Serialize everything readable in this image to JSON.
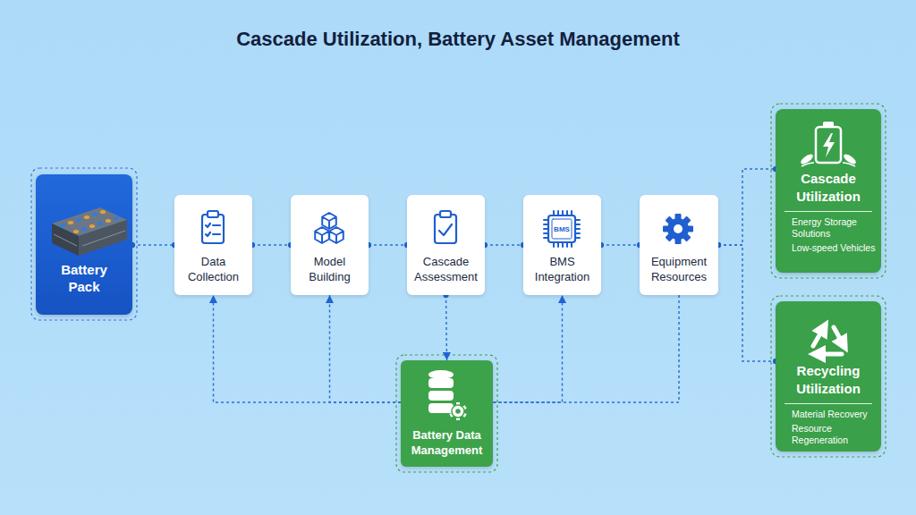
{
  "diagram": {
    "title": "Cascade Utilization, Battery Asset Management",
    "nodes": [
      {
        "text": [
          "Battery Pack"
        ]
      },
      {
        "text": [
          "Data Collection"
        ]
      },
      {
        "text": [
          "Model Building"
        ]
      },
      {
        "text": [
          "Cascade Assessment"
        ]
      },
      {
        "text": [
          "BMS Integration"
        ]
      },
      {
        "text": [
          "Equipment Resources"
        ]
      },
      {
        "text": [
          "Battery Data Management"
        ]
      },
      {
        "text": [
          "Cascade Utilization",
          "Energy Storage Solutions",
          "Low-speed Vehicles"
        ]
      },
      {
        "text": [
          "Recycling Utilization",
          "Material Recovery",
          "Resource Regeneration"
        ]
      }
    ],
    "edges": [
      {
        "from": 0,
        "to": 1,
        "arrow": "none"
      },
      {
        "from": 1,
        "to": 2,
        "arrow": "none"
      },
      {
        "from": 2,
        "to": 3,
        "arrow": "none"
      },
      {
        "from": 3,
        "to": 4,
        "arrow": "none"
      },
      {
        "from": 4,
        "to": 5,
        "arrow": "none"
      },
      {
        "from": 5,
        "to": 7,
        "arrow": "none"
      },
      {
        "from": 5,
        "to": 8,
        "arrow": "none"
      },
      {
        "from": 3,
        "to": 6,
        "arrow": "to"
      },
      {
        "from": 6,
        "to": 1,
        "arrow": "to"
      },
      {
        "from": 6,
        "to": 2,
        "arrow": "to"
      },
      {
        "from": 6,
        "to": 4,
        "arrow": "to"
      },
      {
        "from": 5,
        "to": 6,
        "arrow": "none"
      }
    ],
    "labels": [
      "BMS"
    ]
  }
}
